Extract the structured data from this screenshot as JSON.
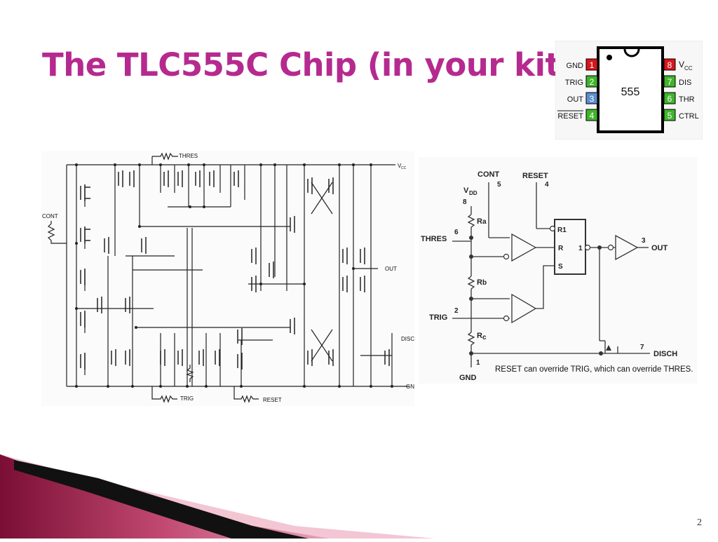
{
  "slide": {
    "title": "The TLC555C Chip (in your kit)",
    "page_number": "2"
  },
  "pinout": {
    "chip_label": "555",
    "left_pins": [
      {
        "name": "GND",
        "num": "1",
        "color": "#d9161c"
      },
      {
        "name": "TRIG",
        "num": "2",
        "color": "#3fb52b"
      },
      {
        "name": "OUT",
        "num": "3",
        "color": "#5b8fcf"
      },
      {
        "name": "RESET",
        "num": "4",
        "color": "#3fb52b"
      }
    ],
    "right_pins": [
      {
        "name_main": "V",
        "name_sub": "CC",
        "num": "8",
        "color": "#d9161c"
      },
      {
        "name_main": "DIS",
        "name_sub": "",
        "num": "7",
        "color": "#3fb52b"
      },
      {
        "name_main": "THR",
        "name_sub": "",
        "num": "6",
        "color": "#3fb52b"
      },
      {
        "name_main": "CTRL",
        "name_sub": "",
        "num": "5",
        "color": "#3fb52b"
      }
    ]
  },
  "transistor_schematic": {
    "labels": {
      "thres": "THRES",
      "vcc_main": "V",
      "vcc_sub": "CC",
      "cont": "CONT",
      "out": "OUT",
      "disc": "DISC",
      "gnd": "GN",
      "trig": "TRIG",
      "reset": "RESET"
    }
  },
  "block_diagram": {
    "labels": {
      "cont": "CONT",
      "cont_num": "5",
      "reset": "RESET",
      "reset_num": "4",
      "vdd_main": "V",
      "vdd_sub": "DD",
      "vdd_num": "8",
      "ra_main": "R",
      "ra_sub": "a",
      "thres": "THRES",
      "thres_num": "6",
      "rb_main": "R",
      "rb_sub": "b",
      "trig": "TRIG",
      "trig_num": "2",
      "rc_main": "R",
      "rc_sub": "c",
      "gnd_num": "1",
      "gnd": "GND",
      "r1": "R1",
      "r": "R",
      "s": "S",
      "q_num": "1",
      "out_num": "3",
      "out": "OUT",
      "disch_num": "7",
      "disch": "DISCH"
    },
    "caption": "RESET can override TRIG, which can override THRES."
  },
  "colors": {
    "title": "#b52a8f",
    "deco_dark": "#7a0e34",
    "deco_mid": "#c24a72",
    "deco_light": "#f3c6d4"
  }
}
